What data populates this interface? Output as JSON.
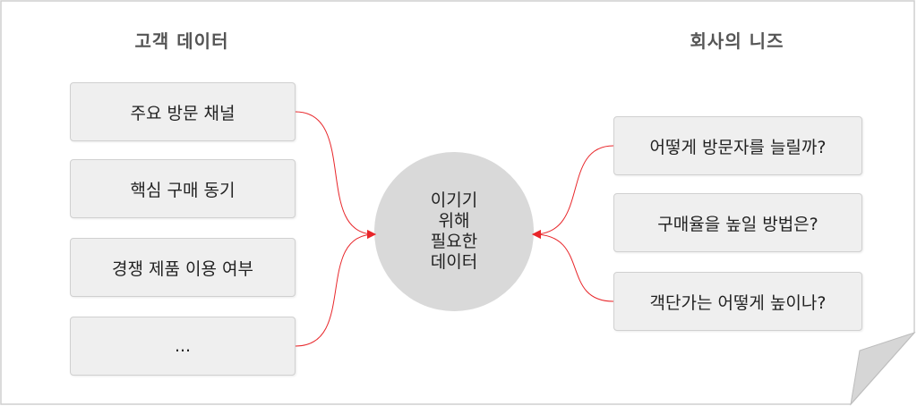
{
  "left_panel": {
    "title": "고객 데이터",
    "items": [
      "주요 방문 채널",
      "핵심 구매 동기",
      "경쟁 제품 이용 여부",
      "..."
    ]
  },
  "right_panel": {
    "title": "회사의 니즈",
    "items": [
      "어떻게 방문자를 늘릴까?",
      "구매율을 높일 방법은?",
      "객단가는 어떻게 높이나?"
    ]
  },
  "center": {
    "lines": [
      "이기기",
      "위해",
      "필요한",
      "데이터"
    ]
  },
  "colors": {
    "connector": "#e8262a",
    "box_fill": "#efefef",
    "hub_fill": "#d9d9d9",
    "heading": "#555555"
  }
}
